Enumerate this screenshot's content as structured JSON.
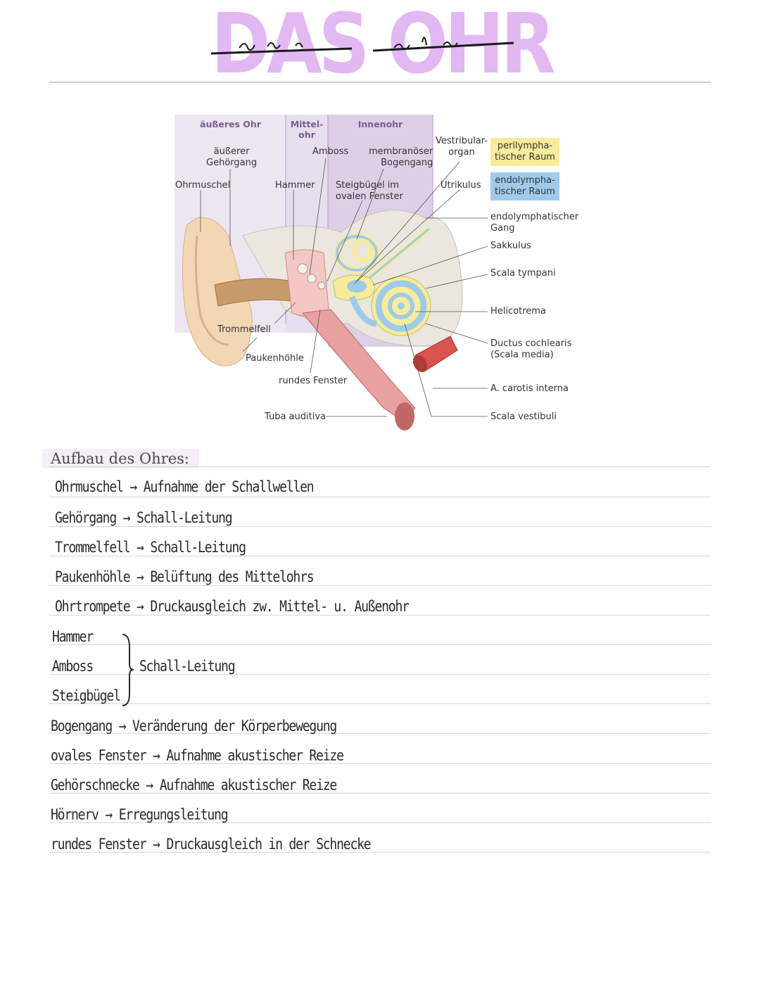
{
  "title": {
    "text": "DAS OHR",
    "script_overlay": "das ohr"
  },
  "diagram": {
    "headers": {
      "outer": "äußeres Ohr",
      "middle": "Mittel-\nohr",
      "inner": "Innenohr"
    },
    "labels": {
      "gehoergang": "äußerer\nGehörgang",
      "amboss": "Amboss",
      "bogengang": "membranöser\nBogengang",
      "vestibular": "Vestribular-\norgan",
      "ohrmuschel": "Ohrmuschel",
      "hammer": "Hammer",
      "steigbuegel": "Steigbügel im\novalen Fenster",
      "utrikulus": "Utrikulus",
      "trommelfell": "Trommelfell",
      "paukenhoehle": "Paukenhöhle",
      "rundes_fenster": "rundes Fenster",
      "tuba": "Tuba auditiva",
      "endolymph_gang": "endolymphatischer\nGang",
      "sakkulus": "Sakkulus",
      "scala_tympani": "Scala tympani",
      "helicotrema": "Helicotrema",
      "ductus": "Ductus cochlearis\n(Scala media)",
      "carotis": "A. carotis interna",
      "scala_vestibuli": "Scala vestibuli"
    },
    "legend": [
      {
        "text": "perilympha-\ntischer Raum",
        "color": "#f7ec9a"
      },
      {
        "text": "endolympha-\ntischer Raum",
        "color": "#9fcbe9"
      }
    ],
    "colors": {
      "column_outer": "#ece6f1",
      "column_inner": "#ddd0e6",
      "skin": "#f3d7b5",
      "bone": "#ebe6de",
      "tube": "#e9a0a0",
      "artery": "#d9534f"
    }
  },
  "notes": {
    "heading": "Aufbau des Ohres:",
    "rows": [
      "Ohrmuschel → Aufnahme der Schallwellen",
      "Gehörgang → Schall-Leitung",
      "Trommelfell → Schall-Leitung",
      "Paukenhöhle → Belüftung des Mittelohrs",
      "Ohrtrompete → Druckausgleich zw. Mittel- u. Außenohr",
      "Hammer",
      "Amboss",
      "Steigbügel",
      "Bogengang → Veränderung der Körperbewegung",
      "ovales Fenster → Aufnahme akustischer Reize",
      "Gehörschnecke → Aufnahme akustischer Reize",
      "Hörnerv → Erregungsleitung",
      "rundes Fenster → Druckausgleich in der Schnecke"
    ],
    "group_label": "Schall-Leitung"
  }
}
